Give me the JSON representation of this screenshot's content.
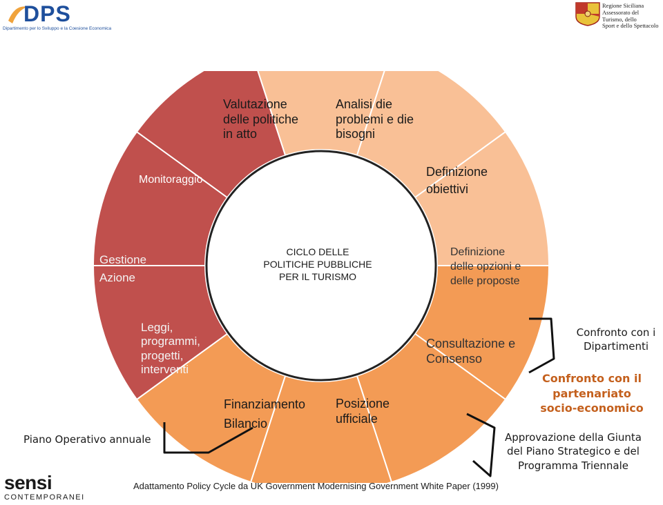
{
  "header": {
    "dps_logo": "DPS",
    "dps_subtitle": "Dipartimento per lo Sviluppo e la Coesione Economica",
    "region_lines": "Regione Siciliana\nAssessorato del Turismo, dello\nSport e dello Spettacolo"
  },
  "cycle": {
    "center": "CICLO DELLE\nPOLITICHE PUBBLICHE\nPER IL TURISMO",
    "segments": [
      {
        "id": "valutazione",
        "label": "Valutazione\ndelle politiche\nin atto",
        "color": "#f9c096"
      },
      {
        "id": "analisi",
        "label": "Analisi  die\nproblemi e die\nbisogni",
        "color": "#f9c096"
      },
      {
        "id": "definizione-obiettivi",
        "label": "Definizione\nobiettivi",
        "color": "#f9c096"
      },
      {
        "id": "definizione-opzioni",
        "label": "Definizione\ndelle opzioni e\ndelle proposte",
        "color": "#f39b55"
      },
      {
        "id": "consultazione",
        "label": "Consultazione e\nConsenso",
        "color": "#f39b55"
      },
      {
        "id": "posizione",
        "label": "Posizione\nufficiale",
        "color": "#f39b55"
      },
      {
        "id": "finanziamento",
        "label": "Finanziamento\nBilancio",
        "color": "#f39b55"
      },
      {
        "id": "leggi",
        "label": "Leggi,\nprogrammi,\nprogetti,\ninterventi",
        "color": "#c0504d"
      },
      {
        "id": "gestione",
        "label": "Gestione\nAzione",
        "color": "#c0504d"
      },
      {
        "id": "monitoraggio",
        "label": "Monitoraggio",
        "color": "#c0504d"
      }
    ]
  },
  "annotations": {
    "piano_operativo": "Piano Operativo annuale",
    "confronto_dipartimenti": "Confronto con i\nDipartimenti",
    "confronto_partenariato": "Confronto con il\npartenariato\nsocio-economico",
    "approvazione": "Approvazione della Giunta\ndel Piano Strategico e del\nProgramma Triennale",
    "source": "Adattamento Policy Cycle da UK Government Modernising Government White Paper (1999)"
  },
  "footer": {
    "sensi_top": "sensi",
    "sensi_bottom": "CONTEMPORANEI"
  },
  "colors": {
    "light_orange": "#f9c096",
    "orange": "#f39b55",
    "red": "#c0504d",
    "highlight": "#c4601d",
    "brand_blue": "#1e4f9c"
  }
}
